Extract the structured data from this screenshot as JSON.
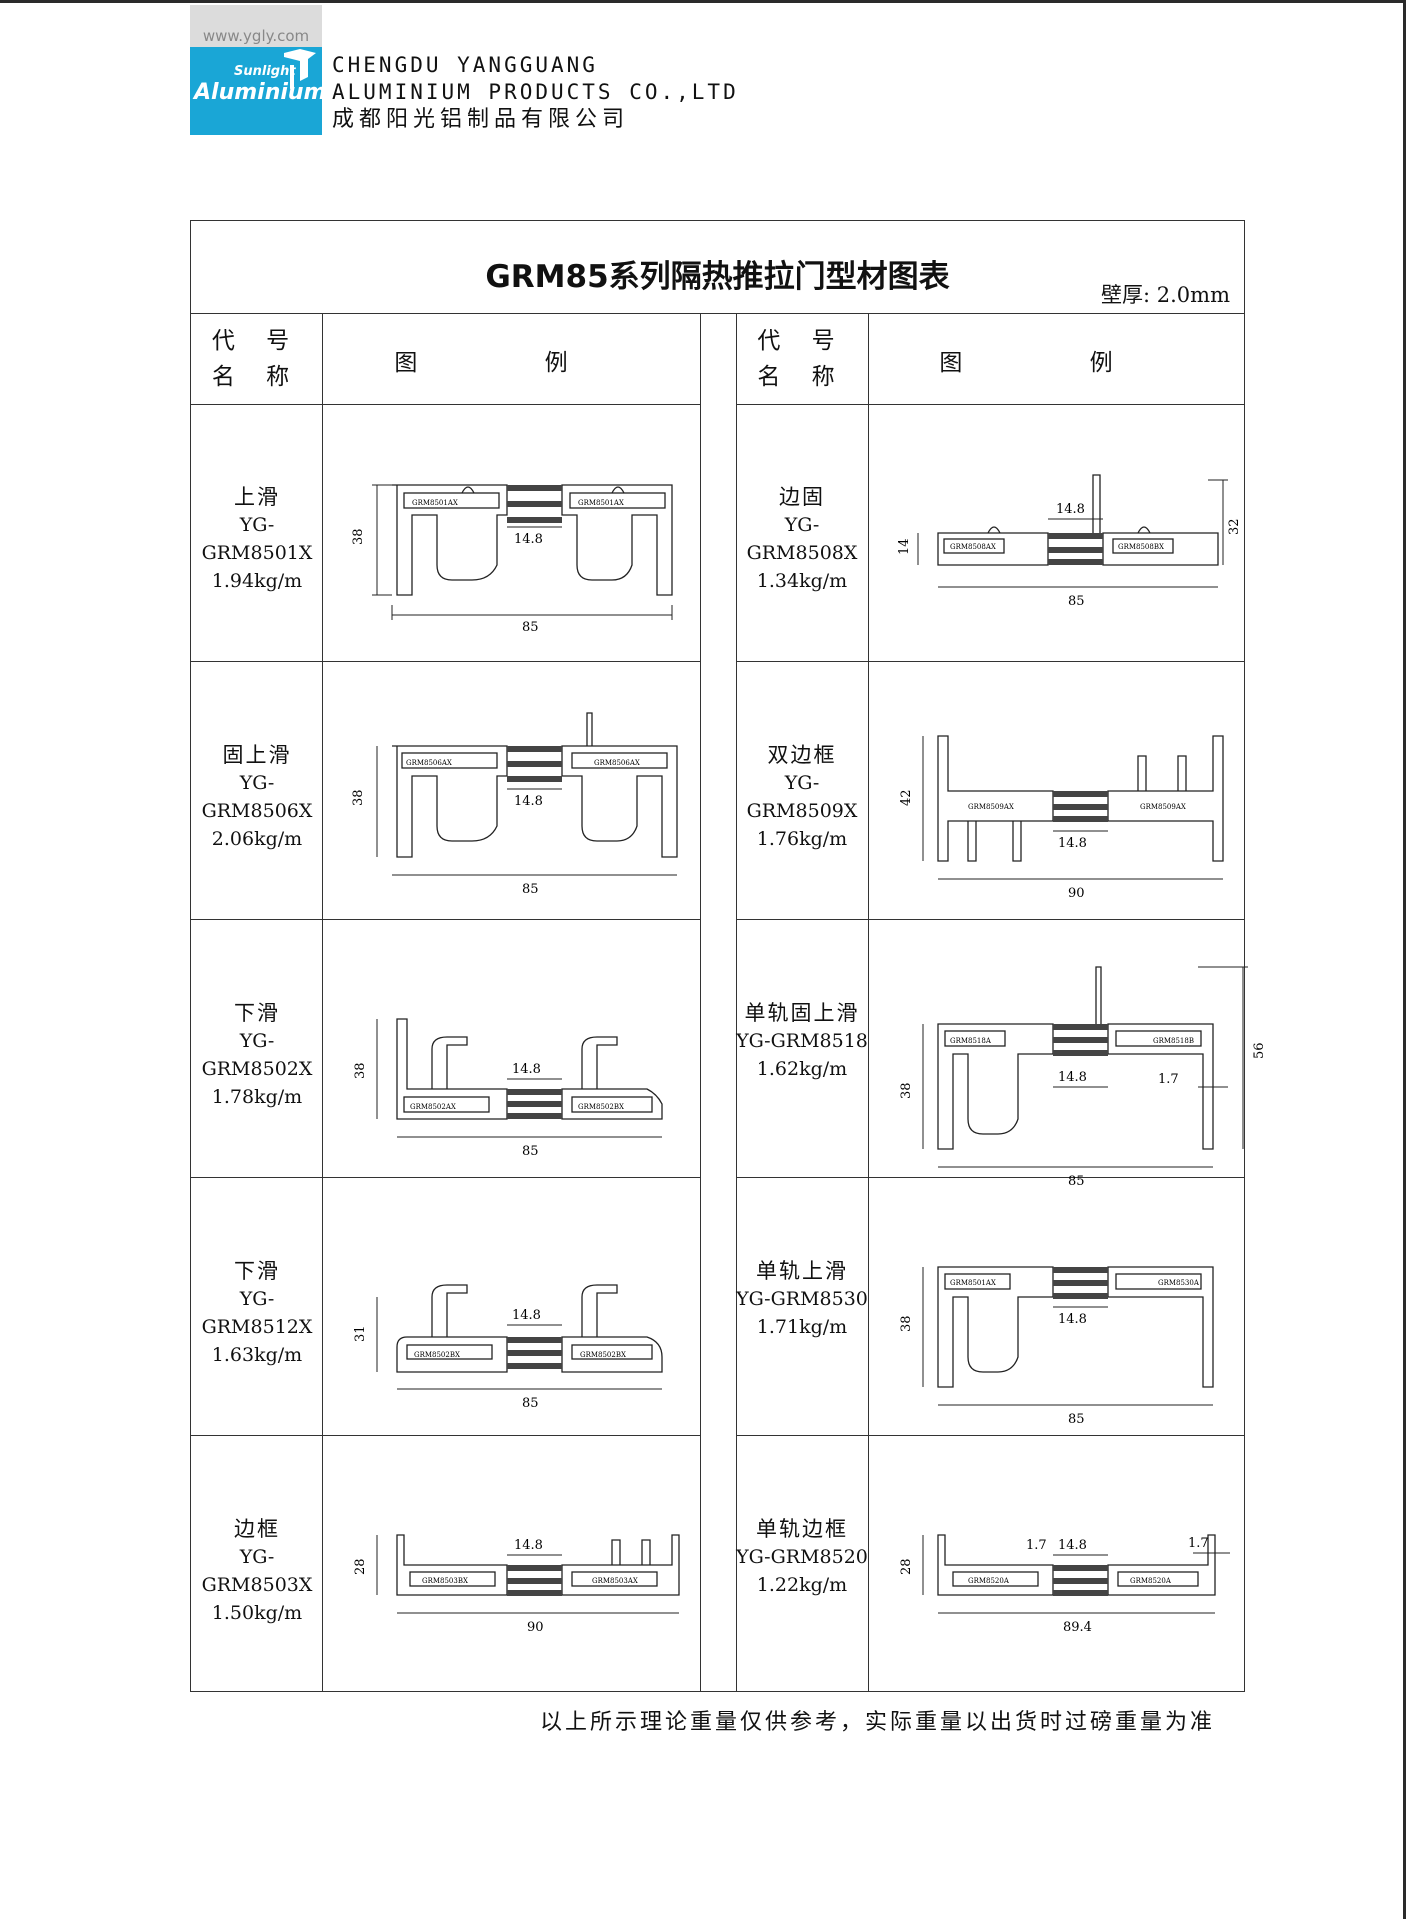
{
  "header": {
    "logo_url": "www.ygly.com",
    "logo_text_1": "Sunlight",
    "logo_text_2": "Aluminium",
    "company_en_1": "CHENGDU YANGGUANG",
    "company_en_2": "ALUMINIUM PRODUCTS CO.,LTD",
    "company_cn": "成都阳光铝制品有限公司"
  },
  "table": {
    "title": "GRM85系列隔热推拉门型材图表",
    "wall_thickness": "壁厚: 2.0mm",
    "col_code_1": "代 号",
    "col_code_2": "名 称",
    "col_figure": "图 例"
  },
  "profiles": [
    {
      "name": "上滑",
      "code": "YG-GRM8501X",
      "weight": "1.94kg/m",
      "height": "38",
      "width": "85",
      "gap": "14.8",
      "parts": [
        "GRM8501AX",
        "GRM8501AX"
      ]
    },
    {
      "name": "边固",
      "code": "YG-GRM8508X",
      "weight": "1.34kg/m",
      "height": "14",
      "height2": "32",
      "width": "85",
      "gap": "14.8",
      "parts": [
        "GRM8508AX",
        "GRM8508BX"
      ]
    },
    {
      "name": "固上滑",
      "code": "YG-GRM8506X",
      "weight": "2.06kg/m",
      "height": "38",
      "width": "85",
      "gap": "14.8",
      "parts": [
        "GRM8506AX",
        "GRM8506AX"
      ]
    },
    {
      "name": "双边框",
      "code": "YG-GRM8509X",
      "weight": "1.76kg/m",
      "height": "42",
      "width": "90",
      "gap": "14.8",
      "parts": [
        "GRM8509AX",
        "GRM8509AX"
      ]
    },
    {
      "name": "下滑",
      "code": "YG-GRM8502X",
      "weight": "1.78kg/m",
      "height": "38",
      "width": "85",
      "gap": "14.8",
      "parts": [
        "GRM8502AX",
        "GRM8502BX"
      ]
    },
    {
      "name": "单轨固上滑",
      "code": "YG-GRM8518",
      "weight": "1.62kg/m",
      "height": "38",
      "height2": "56",
      "width": "85",
      "gap": "14.8",
      "gap2": "1.7",
      "parts": [
        "GRM8518A",
        "GRM8518B"
      ]
    },
    {
      "name": "下滑",
      "code": "YG-GRM8512X",
      "weight": "1.63kg/m",
      "height": "31",
      "width": "85",
      "gap": "14.8",
      "parts": [
        "GRM8502BX",
        "GRM8502BX"
      ]
    },
    {
      "name": "单轨上滑",
      "code": "YG-GRM8530",
      "weight": "1.71kg/m",
      "height": "38",
      "width": "85",
      "gap": "14.8",
      "parts": [
        "GRM8501AX",
        "GRM8530A"
      ]
    },
    {
      "name": "边框",
      "code": "YG-GRM8503X",
      "weight": "1.50kg/m",
      "height": "28",
      "width": "90",
      "gap": "14.8",
      "parts": [
        "GRM8503BX",
        "GRM8503AX"
      ]
    },
    {
      "name": "单轨边框",
      "code": "YG-GRM8520",
      "weight": "1.22kg/m",
      "height": "28",
      "width": "89.4",
      "gap": "14.8",
      "gap2": "1.7",
      "gap3": "1.7",
      "parts": [
        "GRM8520A",
        "GRM8520A"
      ]
    }
  ],
  "footer": "以上所示理论重量仅供参考，实际重量以出货时过磅重量为准"
}
